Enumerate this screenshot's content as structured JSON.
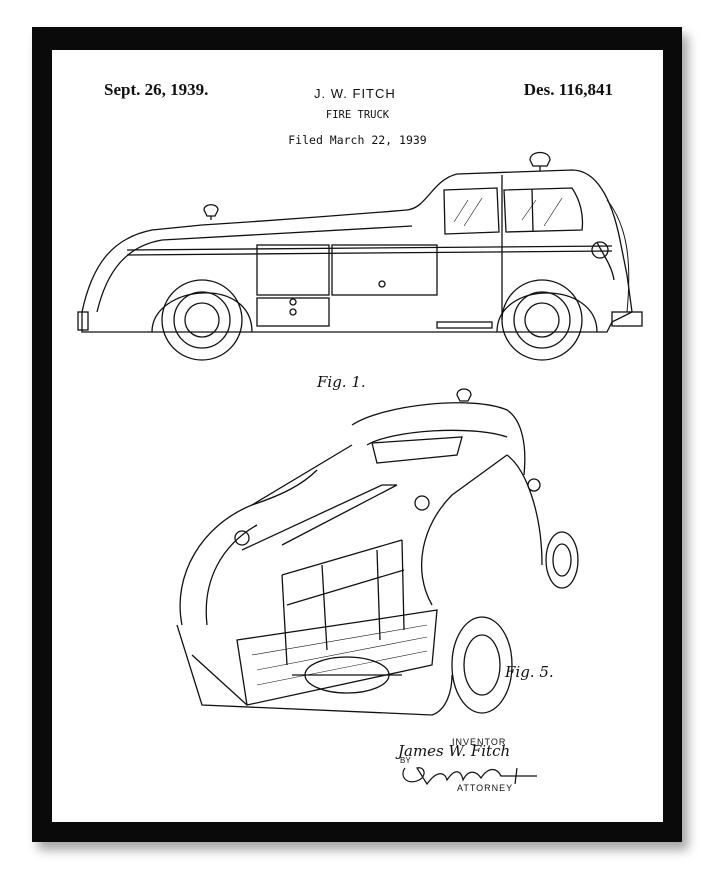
{
  "header": {
    "date": "Sept. 26, 1939.",
    "inventor_name": "J. W. FITCH",
    "patent_number": "Des. 116,841",
    "subject": "FIRE TRUCK",
    "filed": "Filed March 22, 1939"
  },
  "figures": {
    "fig1_label": "Fig. 1.",
    "fig5_label": "Fig. 5."
  },
  "signature_block": {
    "inventor_caption": "INVENTOR",
    "inventor_signature": "James W. Fitch",
    "by_label": "BY",
    "attorney_signature": "Edward E. Klemo",
    "attorney_caption": "ATTORNEY"
  },
  "colors": {
    "frame": "#0a0a0a",
    "paper": "#ffffff",
    "ink": "#111111"
  }
}
